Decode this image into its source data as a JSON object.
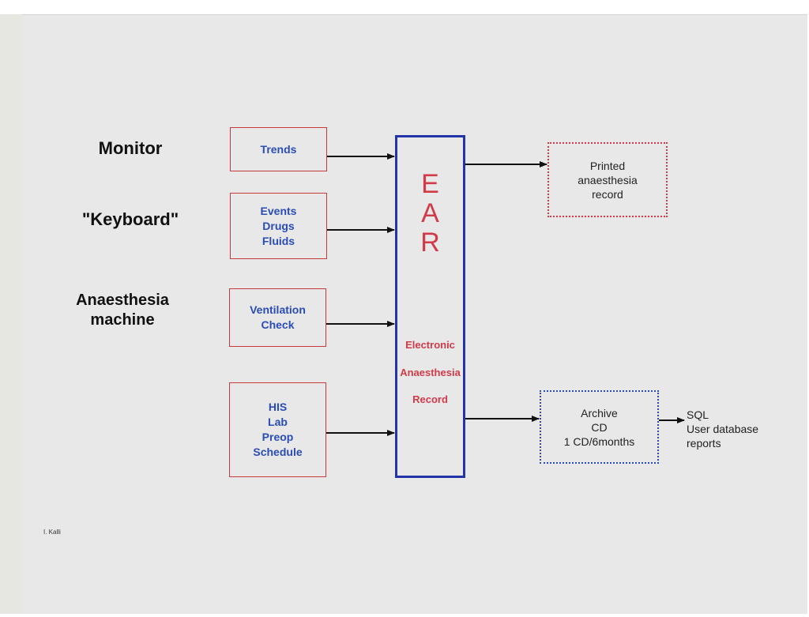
{
  "sources": [
    {
      "id": "monitor",
      "label": "Monitor"
    },
    {
      "id": "keyboard",
      "label": "\"Keyboard\""
    },
    {
      "id": "anaesthesia-machine",
      "label": "Anaesthesia\nmachine"
    }
  ],
  "inputs": [
    {
      "id": "trends",
      "lines": [
        "Trends"
      ]
    },
    {
      "id": "events",
      "lines": [
        "Events",
        "Drugs",
        "Fluids"
      ]
    },
    {
      "id": "ventilation",
      "lines": [
        "Ventilation",
        "Check"
      ]
    },
    {
      "id": "his",
      "lines": [
        "HIS",
        "Lab",
        "Preop",
        "Schedule"
      ]
    }
  ],
  "ear": {
    "letters": [
      "E",
      "A",
      "R"
    ],
    "words": [
      "Electronic",
      "Anaesthesia",
      "Record"
    ]
  },
  "outputs": {
    "printed": [
      "Printed",
      "anaesthesia",
      "record"
    ],
    "archive": [
      "Archive",
      "CD",
      "1 CD/6months"
    ]
  },
  "sql": [
    "SQL",
    "User database",
    "reports"
  ],
  "author": "I. Kalli",
  "colors": {
    "input_border": "#c8393c",
    "input_text": "#2a4db5",
    "ear_border": "#2234a8",
    "ear_text": "#d23a48"
  }
}
